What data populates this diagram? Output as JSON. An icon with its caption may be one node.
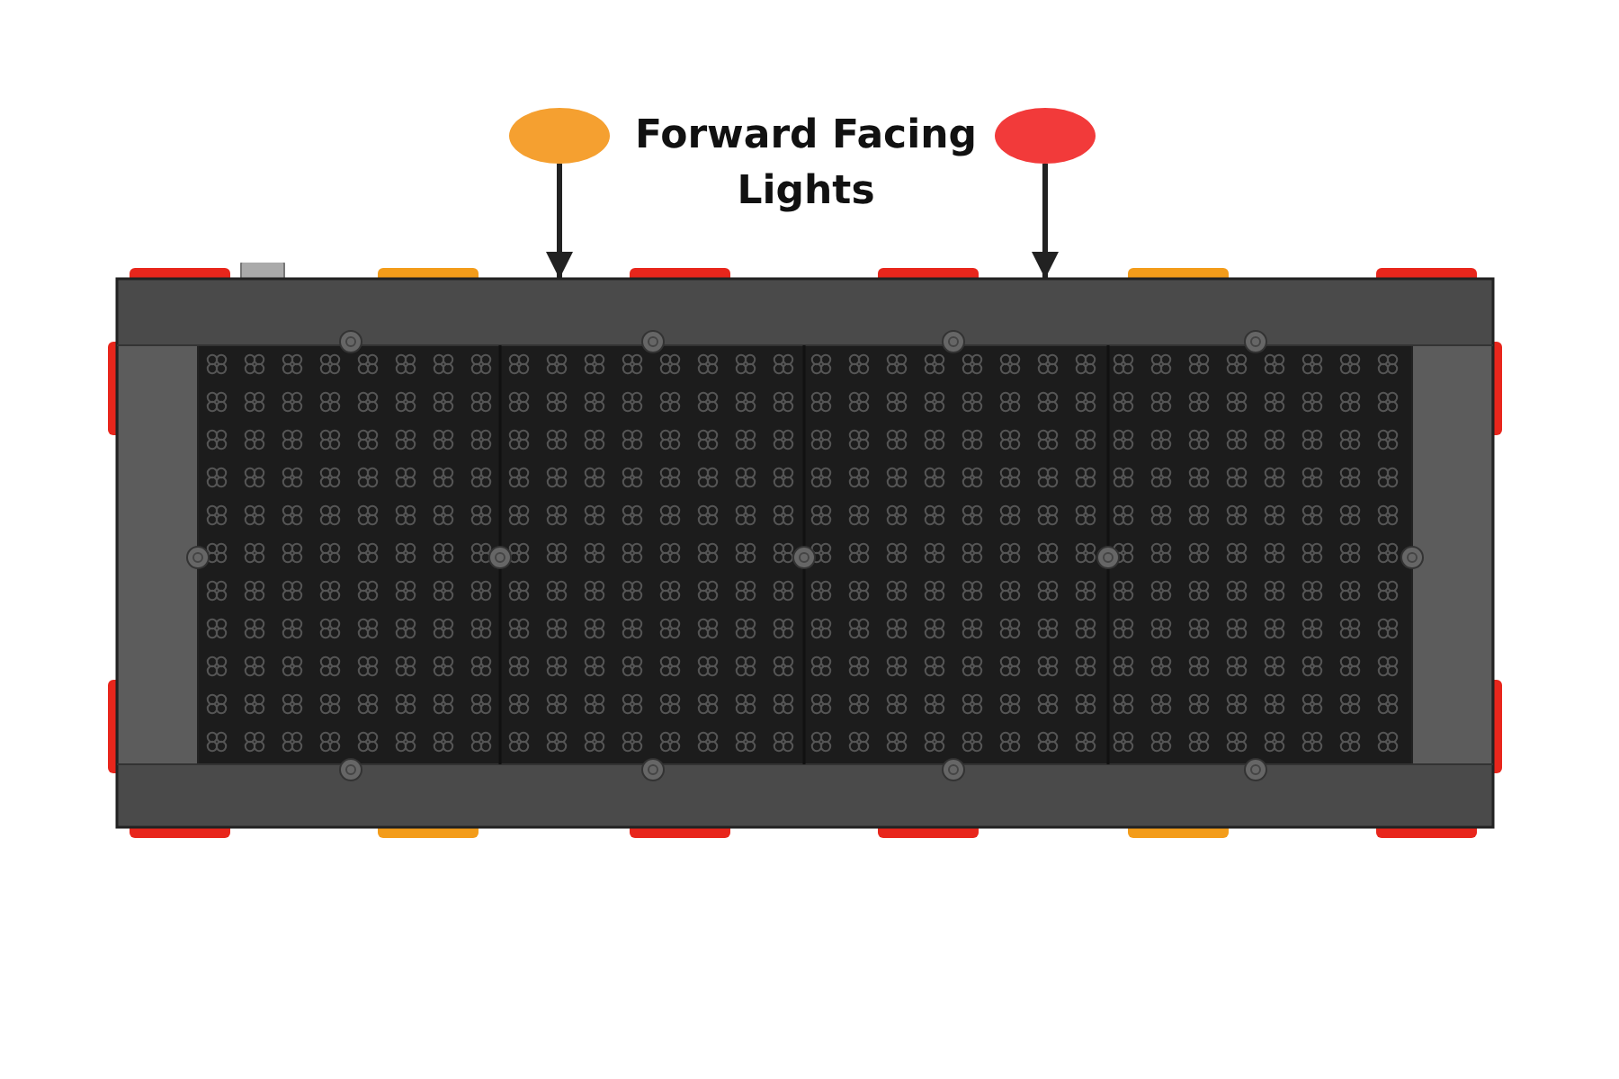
{
  "diagram": {
    "nodes": [
      {
        "text": [],
        "shape": "ellipse"
      },
      {
        "text": [],
        "shape": "ellipse"
      },
      {
        "text": [],
        "shape": "picture"
      }
    ],
    "edges": [
      {
        "from": 0,
        "to": 2,
        "arrow": "to"
      },
      {
        "from": 1,
        "to": 2,
        "arrow": "to"
      }
    ],
    "labels": [
      "Forward Facing Lights"
    ]
  }
}
